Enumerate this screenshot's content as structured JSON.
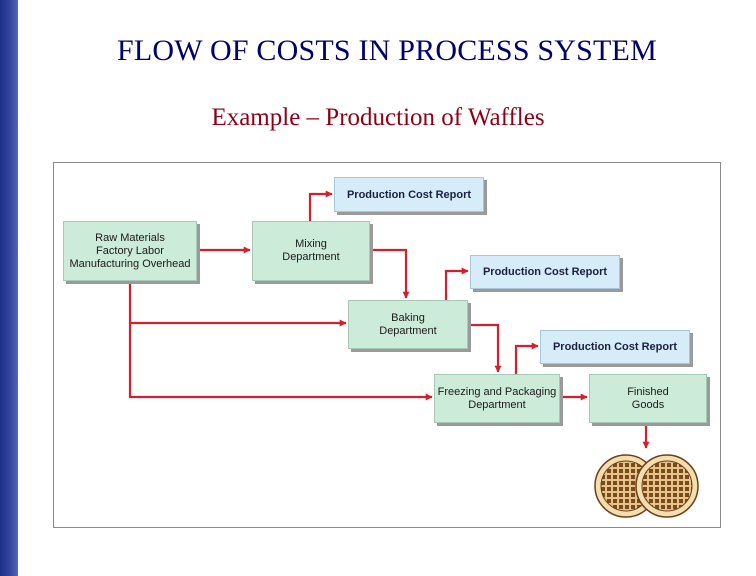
{
  "slide": {
    "title": "FLOW OF COSTS IN PROCESS SYSTEM",
    "subtitle": "Example – Production of Waffles"
  },
  "diagram": {
    "inputs_box": "Raw Materials\nFactory Labor\nManufacturing Overhead",
    "mixing_box": "Mixing\nDepartment",
    "baking_box": "Baking\nDepartment",
    "freezing_box": "Freezing and Packaging\nDepartment",
    "finished_box": "Finished\nGoods",
    "report_1": "Production Cost Report",
    "report_2": "Production Cost Report",
    "report_3": "Production Cost Report"
  },
  "colors": {
    "arrow": "#d2202f",
    "department_box": "#cdebd9",
    "report_box": "#d6ecf8",
    "title": "#00006e",
    "subtitle": "#8e0016"
  }
}
